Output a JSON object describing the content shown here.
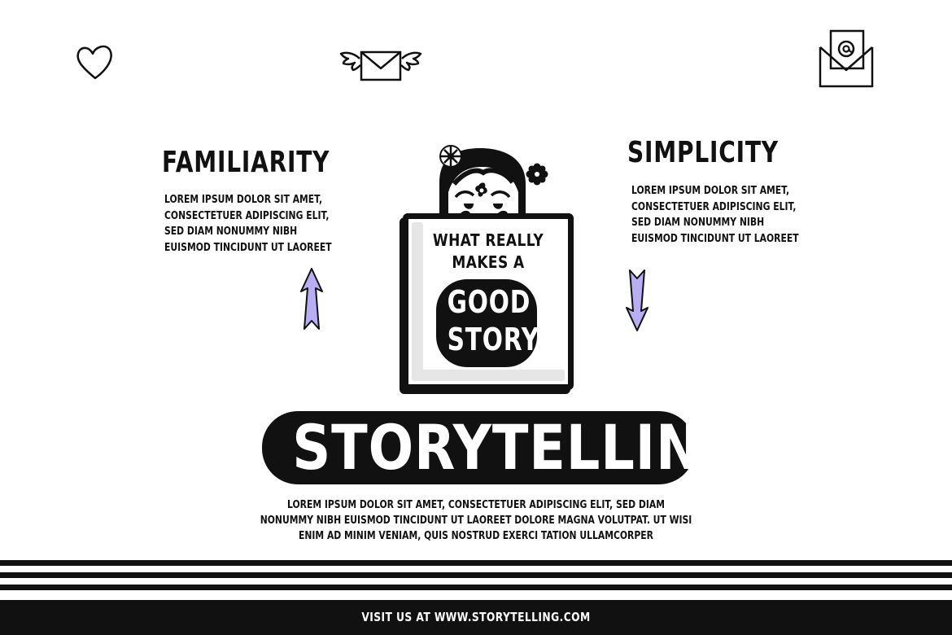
{
  "icons": {
    "left": "heart-icon",
    "center": "winged-envelope-icon",
    "right": "email-at-icon"
  },
  "colors": {
    "ink": "#111111",
    "background": "#ffffff",
    "arrow_fill": "#b7aef3"
  },
  "left_block": {
    "heading": "FAMILIARITY",
    "lines": [
      "LOREM IPSUM DOLOR SIT AMET,",
      "CONSECTETUER ADIPISCING ELIT,",
      "SED DIAM NONUMMY NIBH",
      "EUISMOD TINCIDUNT UT LAOREET"
    ]
  },
  "right_block": {
    "heading": "SIMPLICITY",
    "lines": [
      "LOREM IPSUM DOLOR SIT AMET,",
      "CONSECTETUER ADIPISCING ELIT,",
      "SED DIAM NONUMMY NIBH",
      "EUISMOD TINCIDUNT UT LAOREET"
    ]
  },
  "poster": {
    "line1": "WHAT REALLY",
    "line2": "MAKES A",
    "badge_line1": "GOOD",
    "badge_line2": "STORY"
  },
  "title": "STORYTELLING",
  "description": [
    "LOREM IPSUM DOLOR SIT AMET, CONSECTETUER ADIPISCING ELIT, SED DIAM",
    "NONUMMY NIBH EUISMOD TINCIDUNT UT LAOREET DOLORE MAGNA VOLUTPAT. UT WISI",
    "ENIM AD MINIM VENIAM, QUIS NOSTRUD EXERCI TATION ULLAMCORPER"
  ],
  "footer": {
    "text": "VISIT US AT WWW.STORYTELLING.COM"
  }
}
